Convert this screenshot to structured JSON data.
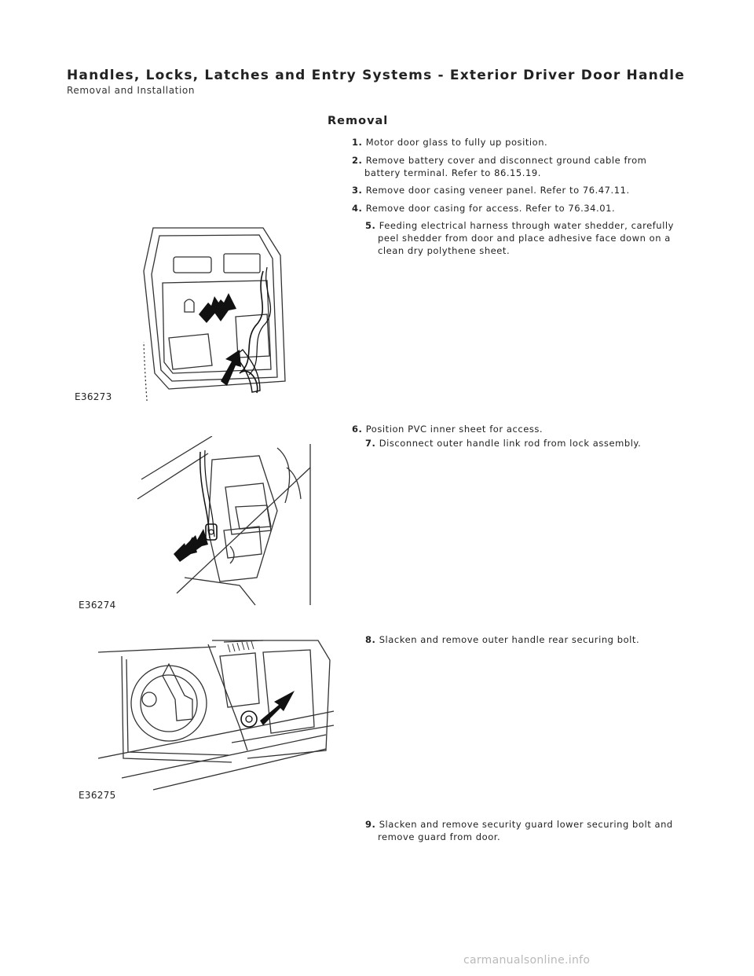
{
  "header": {
    "title": "Handles, Locks, Latches and Entry Systems - Exterior Driver Door Handle",
    "subtitle": "Removal and Installation"
  },
  "section": {
    "heading": "Removal"
  },
  "steps": [
    {
      "num": "1.",
      "line1": "Motor door glass to fully up position.",
      "line2": "",
      "line3": ""
    },
    {
      "num": "2.",
      "line1": "Remove battery cover and disconnect ground cable from",
      "line2": "battery terminal. Refer to 86.15.19.",
      "line3": ""
    },
    {
      "num": "3.",
      "line1": "Remove door casing veneer panel. Refer to 76.47.11.",
      "line2": "",
      "line3": ""
    },
    {
      "num": "4.",
      "line1": "Remove door casing for access. Refer to 76.34.01.",
      "line2": "",
      "line3": ""
    },
    {
      "num": "5.",
      "line1": "Feeding electrical harness through water shedder, carefully",
      "line2": "peel shedder from door and place adhesive face down on a",
      "line3": "clean dry polythene sheet."
    },
    {
      "num": "6.",
      "line1": "Position PVC inner sheet for access.",
      "line2": "",
      "line3": ""
    },
    {
      "num": "7.",
      "line1": "Disconnect outer handle link rod from lock assembly.",
      "line2": "",
      "line3": ""
    },
    {
      "num": "8.",
      "line1": "Slacken and remove outer handle rear securing bolt.",
      "line2": "",
      "line3": ""
    },
    {
      "num": "9.",
      "line1": "Slacken and remove security guard lower securing bolt and",
      "line2": "remove guard from door.",
      "line3": ""
    }
  ],
  "figures": [
    {
      "label": "E36273"
    },
    {
      "label": "E36274"
    },
    {
      "label": "E36275"
    }
  ],
  "footer": {
    "watermark": "carmanualsonline.info"
  }
}
